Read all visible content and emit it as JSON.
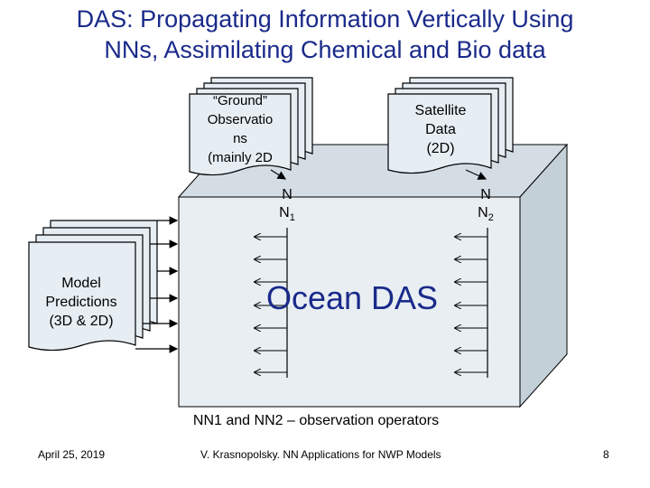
{
  "title": {
    "line1": "DAS: Propagating Information Vertically Using",
    "line2": "NNs, Assimilating Chemical and Bio data"
  },
  "colors": {
    "title": "#1a2a8a",
    "box_front": "#e8eef2",
    "box_top": "#d4dde4",
    "box_side": "#c4d0d8",
    "doc_fill": "#e6eef4",
    "label_blue": "#1a2a8a"
  },
  "inputs": {
    "ground": {
      "line1": "“Ground”",
      "line2": "Observatio",
      "line3": "ns",
      "line4": "(mainly 2D"
    },
    "satellite": {
      "line1": "Satellite",
      "line2": "Data",
      "line3": "(2D)"
    },
    "model": {
      "line1": "Model",
      "line2": "Predictions",
      "line3": "(3D & 2D)"
    }
  },
  "operators": {
    "nn1": {
      "label": "N",
      "base": "N",
      "sub": "1"
    },
    "nn2": {
      "label": "N",
      "base": "N",
      "sub": "2"
    }
  },
  "ocean_label": "Ocean DAS",
  "caption": "NN1 and NN2 – observation operators",
  "footer": {
    "date": "April 25, 2019",
    "author": "V. Krasnopolsky.  NN Applications for NWP Models",
    "page": "8"
  }
}
